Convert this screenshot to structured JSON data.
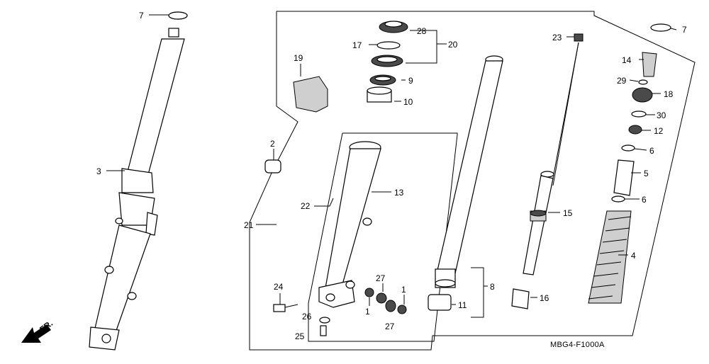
{
  "diagram_code": "MBG4-F1000A",
  "direction_label": "FR.",
  "callouts": {
    "c7a": "7",
    "c7b": "7",
    "c3": "3",
    "c2": "2",
    "c21": "21",
    "c19": "19",
    "c28": "28",
    "c17": "17",
    "c20": "20",
    "c9": "9",
    "c10": "10",
    "c22": "22",
    "c13": "13",
    "c24": "24",
    "c26": "26",
    "c25": "25",
    "c27a": "27",
    "c27b": "27",
    "c1a": "1",
    "c1b": "1",
    "c8": "8",
    "c11": "11",
    "c23": "23",
    "c15": "15",
    "c16": "16",
    "c14": "14",
    "c29": "29",
    "c18": "18",
    "c30": "30",
    "c12": "12",
    "c6a": "6",
    "c5": "5",
    "c6b": "6",
    "c4": "4"
  }
}
